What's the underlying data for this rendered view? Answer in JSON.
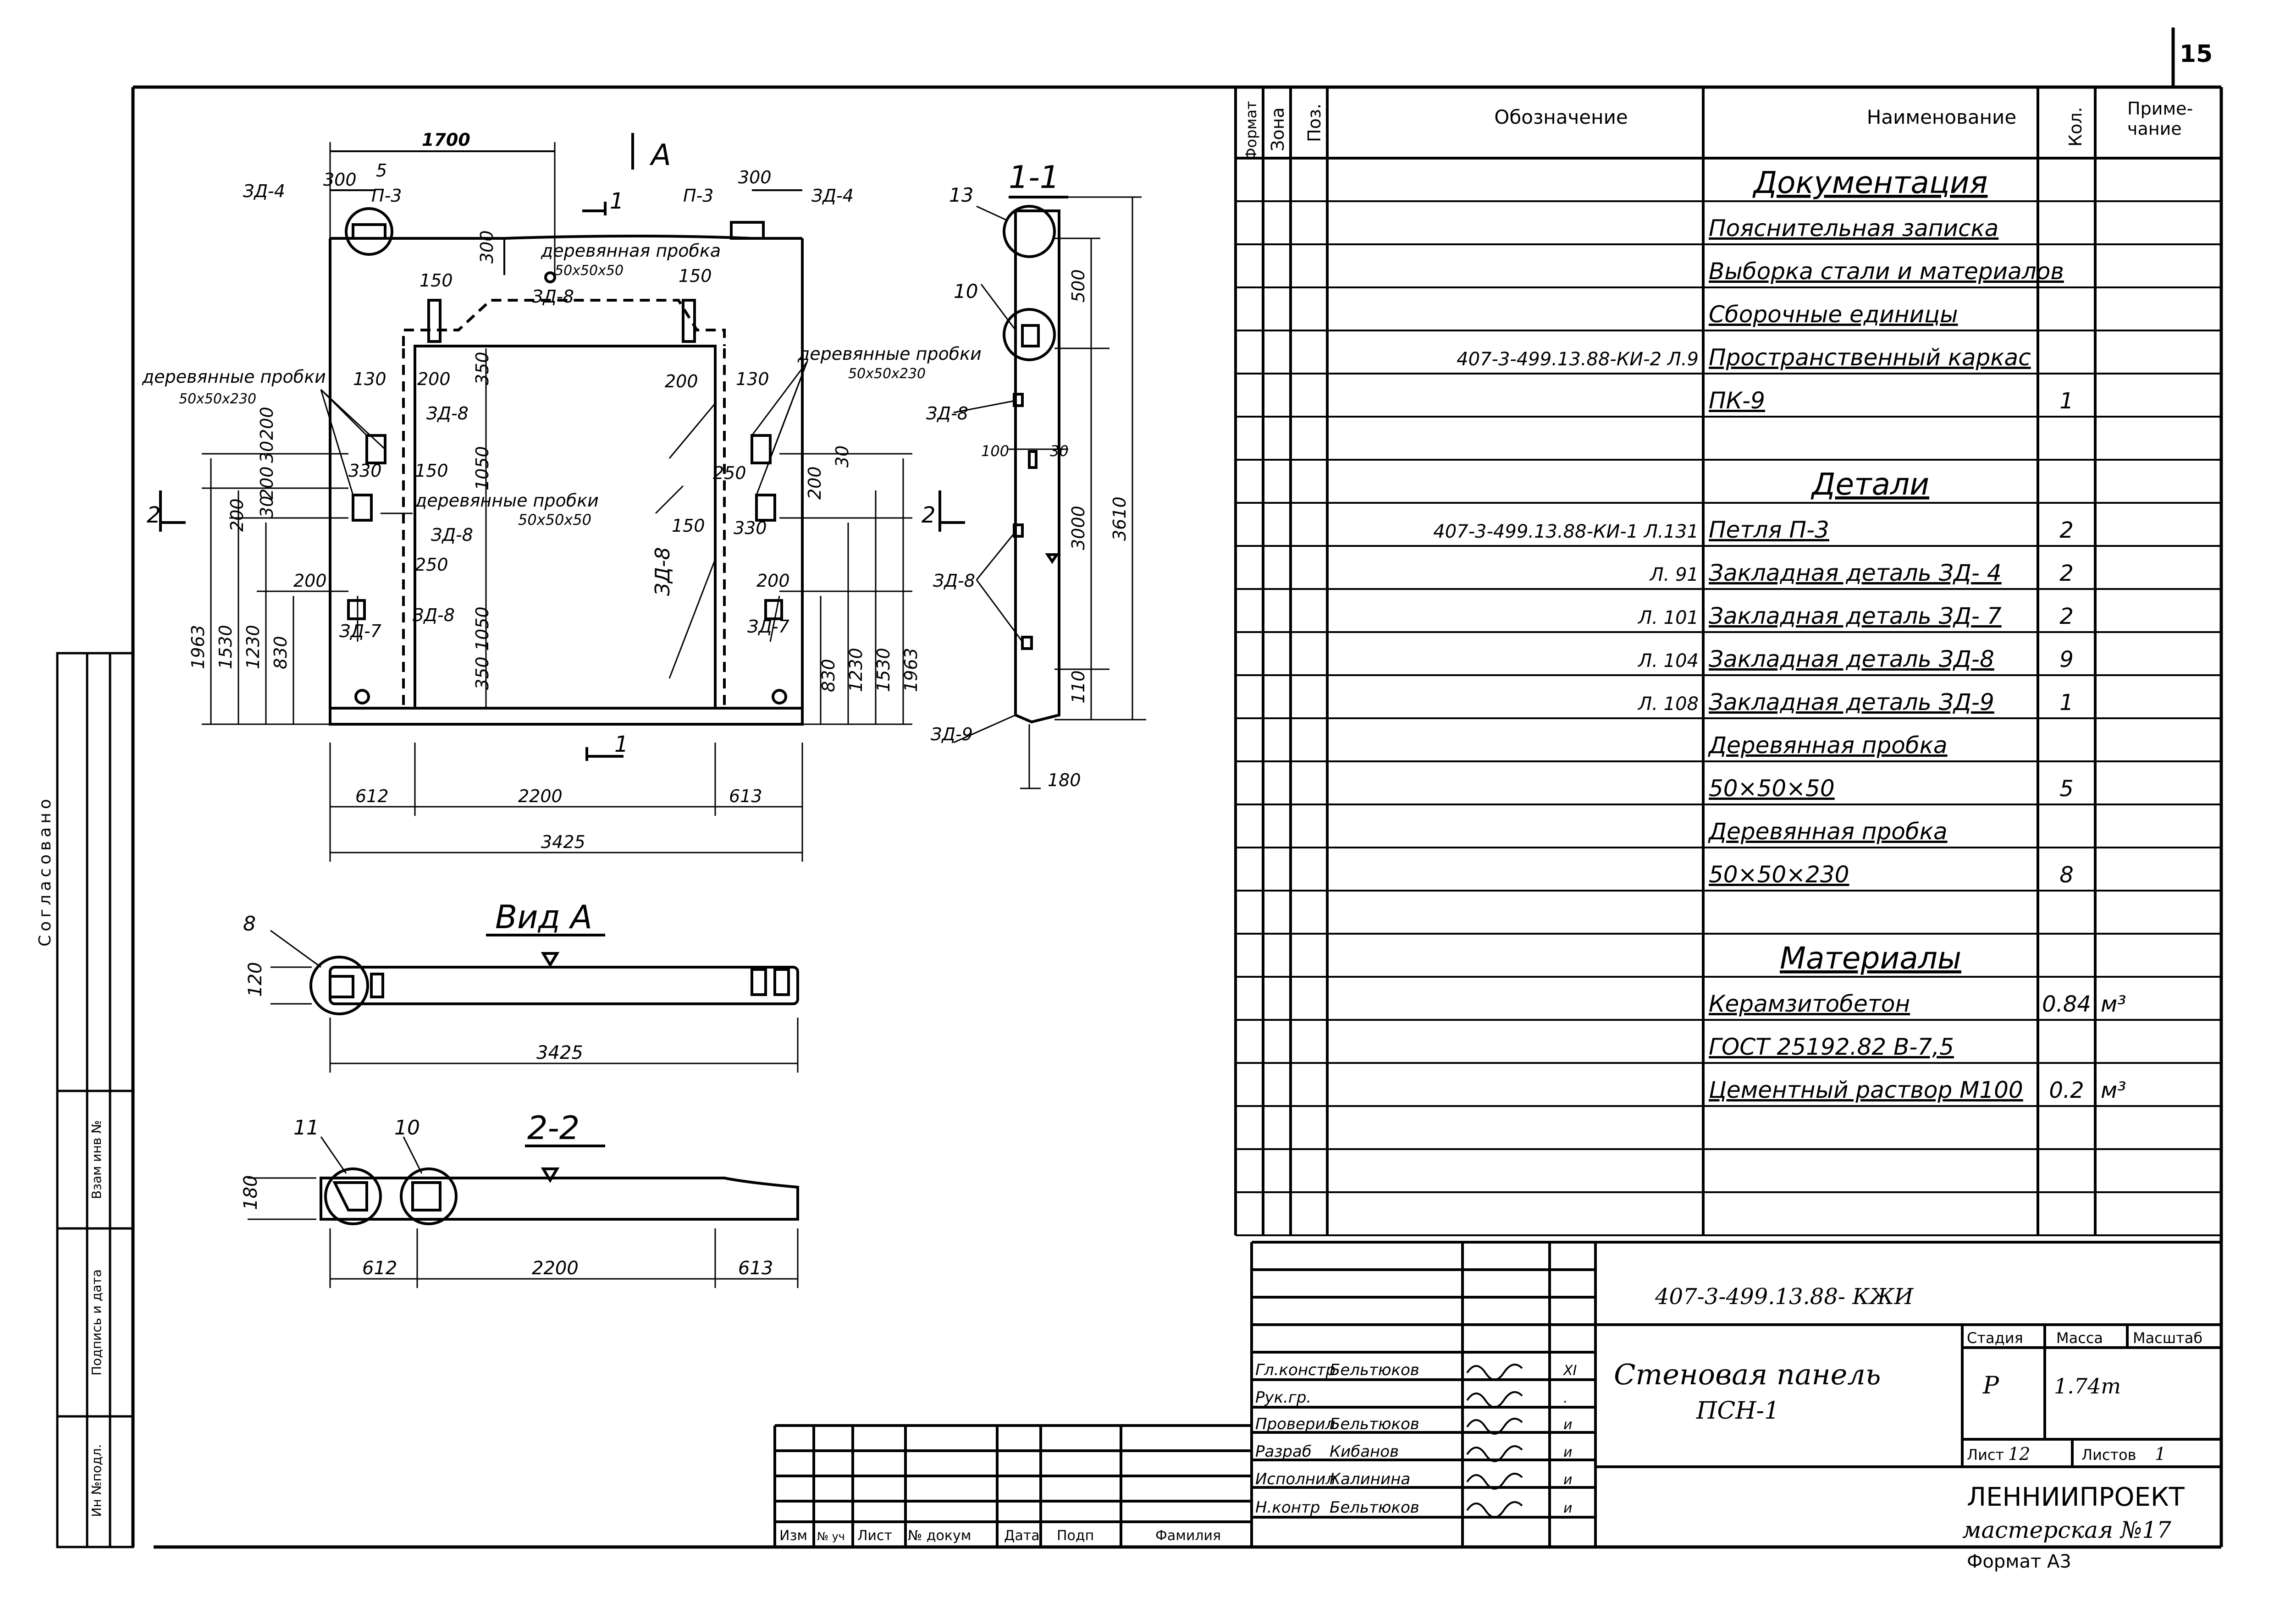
{
  "page_number": "15",
  "left_stamp": {
    "agreed": "Согласовано",
    "inv_no": "Взам инв №",
    "sign_date": "Подпись и дата",
    "inv_orig": "Ин №подл."
  },
  "drawing": {
    "section_marker_a": "А",
    "section_1_label": "1",
    "section_2_label": "2",
    "view_a_title": "Вид А",
    "section_22_title": "2-2",
    "section_11_title": "1-1",
    "dims": {
      "top_1700": "1700",
      "top_300_left": "300",
      "top_5": "5",
      "top_300_right": "300",
      "d300_v": "300",
      "d150_a": "150",
      "d150_b": "150",
      "d130_l": "130",
      "d200_l": "200",
      "d350_top": "350",
      "d200_r": "200",
      "d130_r": "130",
      "d200_v1": "200",
      "d30_v1": "30",
      "d330": "330",
      "d150_c": "150",
      "d1050_a": "1050",
      "d200_v2": "200",
      "d30_v2": "30",
      "d200_v3": "200",
      "d250": "250",
      "d1050_b": "1050",
      "d150_d": "150",
      "d250_r": "250",
      "d330_r": "330",
      "d200_rv": "200",
      "d30_rv": "30",
      "d200_lower": "200",
      "d200_lower_r": "200",
      "d350_bot": "350",
      "d1963_l": "1963",
      "d1530_l": "1530",
      "d1230_l": "1230",
      "d830_l": "830",
      "d830_r": "830",
      "d1230_r": "1230",
      "d1530_r": "1530",
      "d1963_r": "1963",
      "bot_612": "612",
      "bot_2200": "2200",
      "bot_613": "613",
      "bot_3425": "3425",
      "va_120": "120",
      "va_3425": "3425",
      "s22_180": "180",
      "s22_612": "612",
      "s22_2200": "2200",
      "s22_613": "613",
      "s11_500": "500",
      "s11_100": "100",
      "s11_30": "30",
      "s11_3000": "3000",
      "s11_3610": "3610",
      "s11_110": "110",
      "s11_180": "180"
    },
    "labels": {
      "zd4_left": "ЗД-4",
      "p3_left": "П-3",
      "p3_right": "П-3",
      "zd4_right": "ЗД-4",
      "wood_plug_top": "деревянная пробка",
      "wood_plug_top_size": "50x50x50",
      "zd8_top": "ЗД-8",
      "wood_plugs_left": "деревянные пробки",
      "wood_plugs_left_size": "50x50x230",
      "wood_plugs_right": "деревянные пробки",
      "wood_plugs_right_size": "50x50x230",
      "wood_plugs_mid": "деревянные пробки",
      "wood_plugs_mid_size": "50x50x50",
      "zd8_a": "ЗД-8",
      "zd8_b": "ЗД-8",
      "zd8_c": "ЗД-8",
      "zd8_vert": "ЗД-8",
      "zd7_left": "ЗД-7",
      "zd7_right": "ЗД-7",
      "callout_8": "8",
      "callout_11": "11",
      "callout_10": "10",
      "callout_13": "13",
      "callout_10b": "10",
      "s11_zd8_a": "ЗД-8",
      "s11_zd8_b": "ЗД-8",
      "s11_zd9": "ЗД-9"
    }
  },
  "spec_table": {
    "headers": {
      "format": "Формат",
      "zone": "Зона",
      "pos": "Поз.",
      "designation": "Обозначение",
      "name": "Наименование",
      "qty": "Кол.",
      "note": "Приме-\nчание"
    },
    "rows": [
      {
        "designation": "",
        "name": "Документация",
        "qty": "",
        "note": "",
        "heading": true
      },
      {
        "designation": "",
        "name": "Пояснительная записка",
        "qty": "",
        "note": ""
      },
      {
        "designation": "",
        "name": "Выборка стали и материалов",
        "qty": "",
        "note": ""
      },
      {
        "designation": "",
        "name": "Сборочные единицы",
        "qty": "",
        "note": ""
      },
      {
        "designation": "407-3-499.13.88-КИ-2  Л.9",
        "name": "Пространственный каркас",
        "qty": "",
        "note": ""
      },
      {
        "designation": "",
        "name": "ПК-9",
        "qty": "1",
        "note": ""
      },
      {
        "designation": "",
        "name": "",
        "qty": "",
        "note": ""
      },
      {
        "designation": "",
        "name": "Детали",
        "qty": "",
        "note": "",
        "heading": true
      },
      {
        "designation": "407-3-499.13.88-КИ-1  Л.131",
        "name": "Петля  П-3",
        "qty": "2",
        "note": ""
      },
      {
        "designation": "Л. 91",
        "name": "Закладная деталь ЗД- 4",
        "qty": "2",
        "note": ""
      },
      {
        "designation": "Л. 101",
        "name": "Закладная деталь ЗД- 7",
        "qty": "2",
        "note": ""
      },
      {
        "designation": "Л. 104",
        "name": "Закладная деталь ЗД-8",
        "qty": "9",
        "note": ""
      },
      {
        "designation": "Л. 108",
        "name": "Закладная деталь ЗД-9",
        "qty": "1",
        "note": ""
      },
      {
        "designation": "",
        "name": "Деревянная пробка",
        "qty": "",
        "note": ""
      },
      {
        "designation": "",
        "name": "50×50×50",
        "qty": "5",
        "note": ""
      },
      {
        "designation": "",
        "name": "Деревянная пробка",
        "qty": "",
        "note": ""
      },
      {
        "designation": "",
        "name": "50×50×230",
        "qty": "8",
        "note": ""
      },
      {
        "designation": "",
        "name": "",
        "qty": "",
        "note": ""
      },
      {
        "designation": "",
        "name": "Материалы",
        "qty": "",
        "note": "",
        "heading": true
      },
      {
        "designation": "",
        "name": "Керамзитобетон",
        "qty": "0.84",
        "note": "м³"
      },
      {
        "designation": "",
        "name": "ГОСТ 25192.82  В-7,5",
        "qty": "",
        "note": ""
      },
      {
        "designation": "",
        "name": "Цементный раствор М100",
        "qty": "0.2",
        "note": "м³"
      },
      {
        "designation": "",
        "name": "",
        "qty": "",
        "note": ""
      },
      {
        "designation": "",
        "name": "",
        "qty": "",
        "note": ""
      },
      {
        "designation": "",
        "name": "",
        "qty": "",
        "note": ""
      }
    ]
  },
  "title_block": {
    "doc_code": "407-3-499.13.88- КЖИ",
    "title_line1": "Стеновая  панель",
    "title_line2": "ПСН-1",
    "stage_label": "Стадия",
    "mass_label": "Масса",
    "scale_label": "Масштаб",
    "stage": "Р",
    "mass": "1.74т",
    "sheet_label": "Лист",
    "sheet": "12",
    "sheets_label": "Листов",
    "sheets": "1",
    "org1": "ЛЕННИИПРОЕКТ",
    "org2": "мастерская №17",
    "format": "Формат А3",
    "roles": [
      {
        "role": "Гл.констр",
        "name": "Бельтюков",
        "date": "XI"
      },
      {
        "role": "Рук.гр.",
        "name": "",
        "date": "."
      },
      {
        "role": "Проверил",
        "name": "Бельтюков",
        "date": "и"
      },
      {
        "role": "Разраб",
        "name": "Кибанов",
        "date": "и"
      },
      {
        "role": "Исполнил",
        "name": "Калинина",
        "date": "и"
      },
      {
        "role": "Н.контр",
        "name": "Бельтюков",
        "date": "и"
      }
    ],
    "rev_headers": {
      "izm": "Изм",
      "uch": "№ уч",
      "list": "Лист",
      "doc": "№ докум",
      "date": "Дата",
      "sign": "Подп",
      "surname": "Фамилия"
    }
  }
}
